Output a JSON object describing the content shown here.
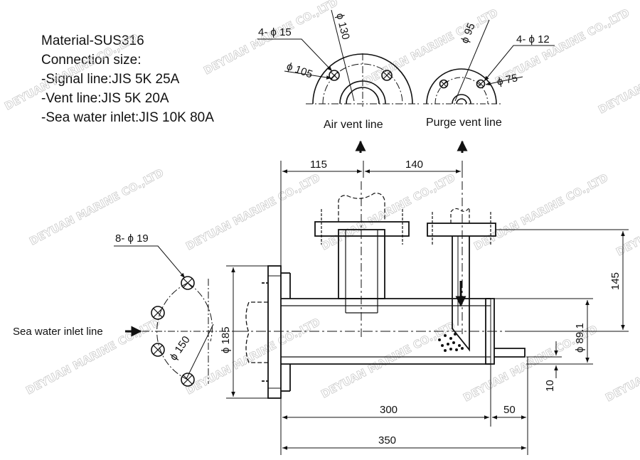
{
  "specs": {
    "material": "Material-SUS316",
    "connection_title": "Connection size:",
    "signal_line": "-Signal line:JIS 5K 25A",
    "vent_line": "-Vent line:JIS 5K 20A",
    "sea_water_inlet": "-Sea water inlet:JIS 10K 80A"
  },
  "labels": {
    "air_vent_line": "Air vent line",
    "purge_vent_line": "Purge vent line",
    "sea_water_inlet_line": "Sea water inlet line"
  },
  "dimensions": {
    "air_bolts": "4- ϕ 15",
    "air_pcd": "ϕ 105",
    "air_od": "ϕ 130",
    "purge_od": "ϕ 95",
    "purge_bolts": "4- ϕ 12",
    "purge_pcd": "ϕ 75",
    "spacing_left": "115",
    "spacing_right": "140",
    "inlet_bolts": "8- ϕ 19",
    "inlet_pcd": "ϕ 150",
    "inlet_flange_od": "ϕ 185",
    "height_145": "145",
    "pipe_dia": "ϕ 89.1",
    "drain_10": "10",
    "length_300": "300",
    "length_50": "50",
    "length_350": "350"
  },
  "watermark": "DEYUAN MARINE CO.,LTD"
}
